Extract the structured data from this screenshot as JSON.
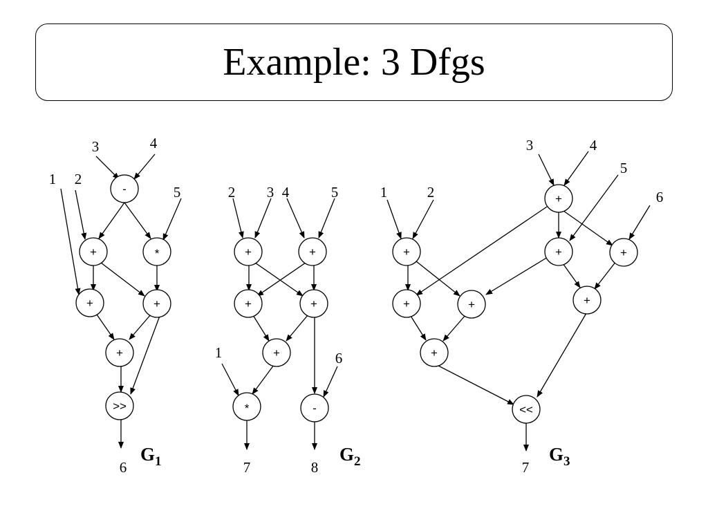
{
  "title": "Example: 3 Dfgs",
  "graphs": {
    "g1": {
      "label": "G",
      "subscript": "1",
      "inputs": [
        "1",
        "2",
        "3",
        "4",
        "5"
      ],
      "nodes": [
        "-",
        "+",
        "*",
        "+",
        "+",
        "+",
        ">>"
      ],
      "output": "6"
    },
    "g2": {
      "label": "G",
      "subscript": "2",
      "inputs": [
        "2",
        "3",
        "4",
        "5",
        "1",
        "6"
      ],
      "nodes": [
        "+",
        "+",
        "+",
        "+",
        "+",
        "*",
        "-"
      ],
      "outputs": [
        "7",
        "8"
      ]
    },
    "g3": {
      "label": "G",
      "subscript": "3",
      "inputs": [
        "1",
        "2",
        "3",
        "4",
        "5",
        "6"
      ],
      "nodes": [
        "+",
        "+",
        "+",
        "+",
        "+",
        "+",
        "+",
        "+",
        "<<"
      ],
      "output": "7"
    }
  },
  "colors": {
    "ink": "#000000",
    "background": "#ffffff"
  }
}
